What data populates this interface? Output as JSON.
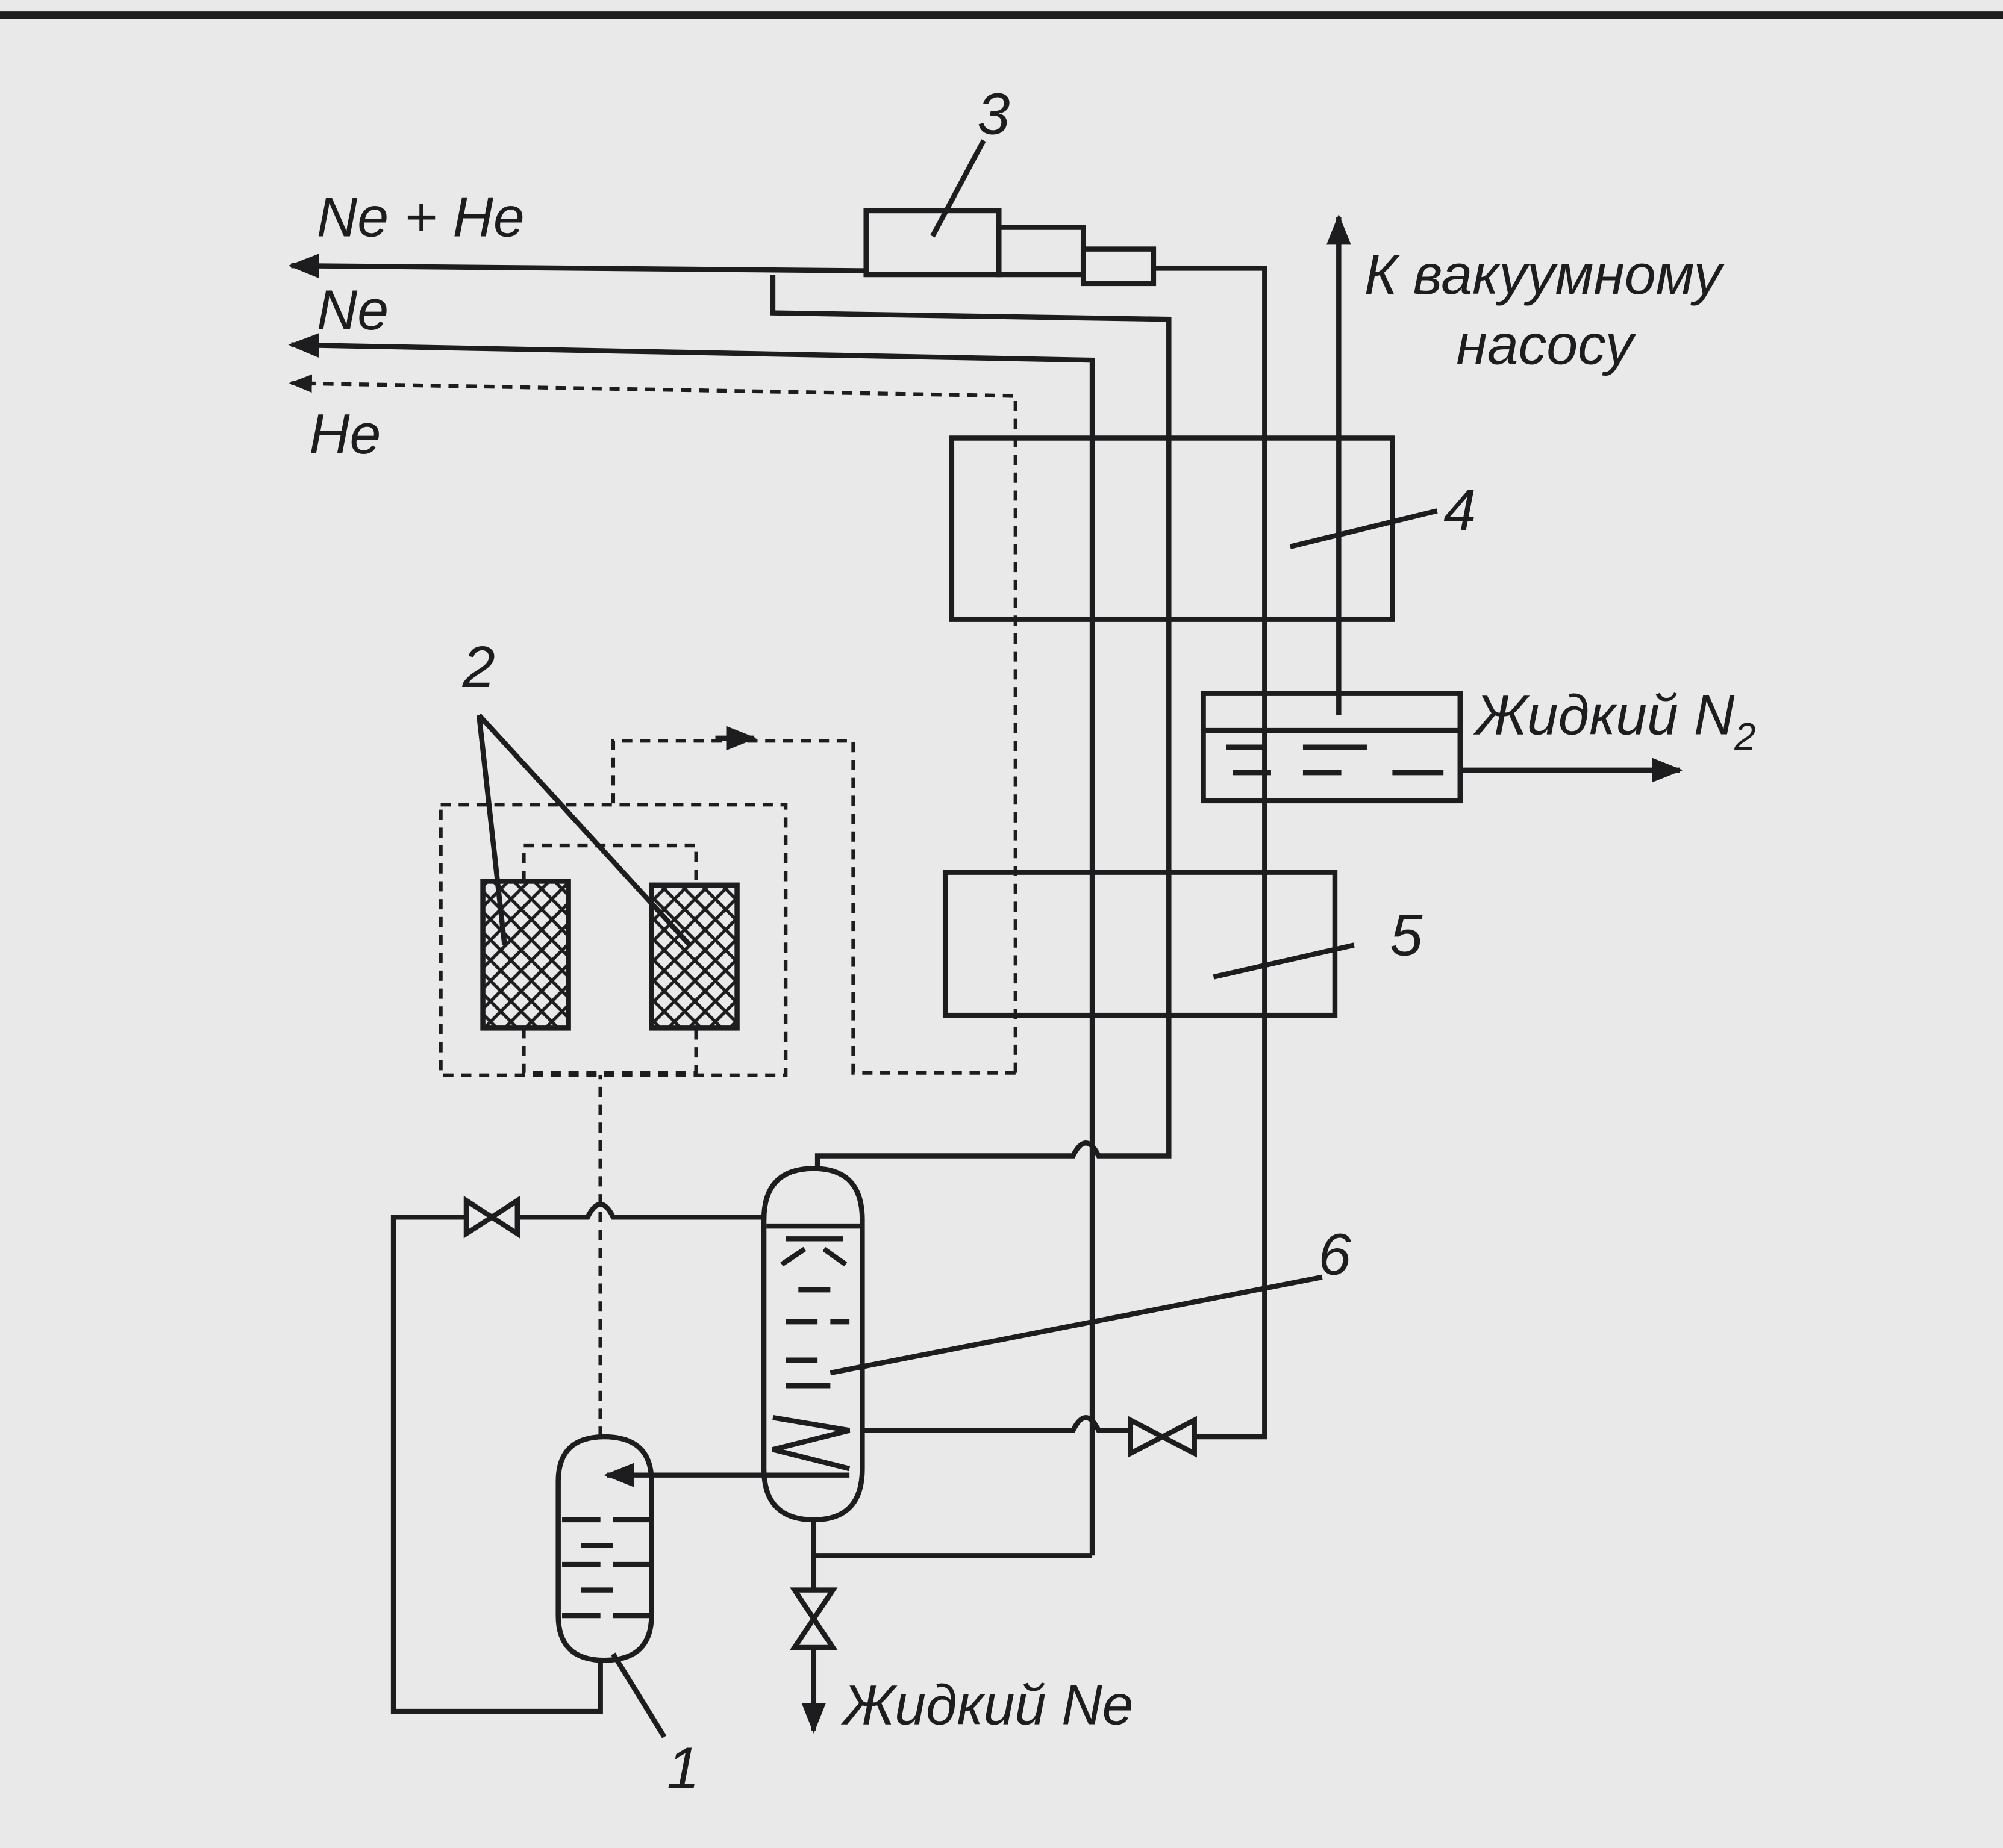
{
  "colors": {
    "background": "#e9e9ea",
    "ink": "#1d1d1f"
  },
  "streams": {
    "ne_he": "Ne + He",
    "ne": "Ne",
    "he": "He",
    "vacuum_line1": "К вакуумному",
    "vacuum_line2": "насосу",
    "liquid_n2": "Жидкий N",
    "liquid_n2_sub": "2",
    "liquid_ne": "Жидкий Ne"
  },
  "callouts": {
    "c1": "1",
    "c2": "2",
    "c3": "3",
    "c4": "4",
    "c5": "5",
    "c6": "6"
  }
}
